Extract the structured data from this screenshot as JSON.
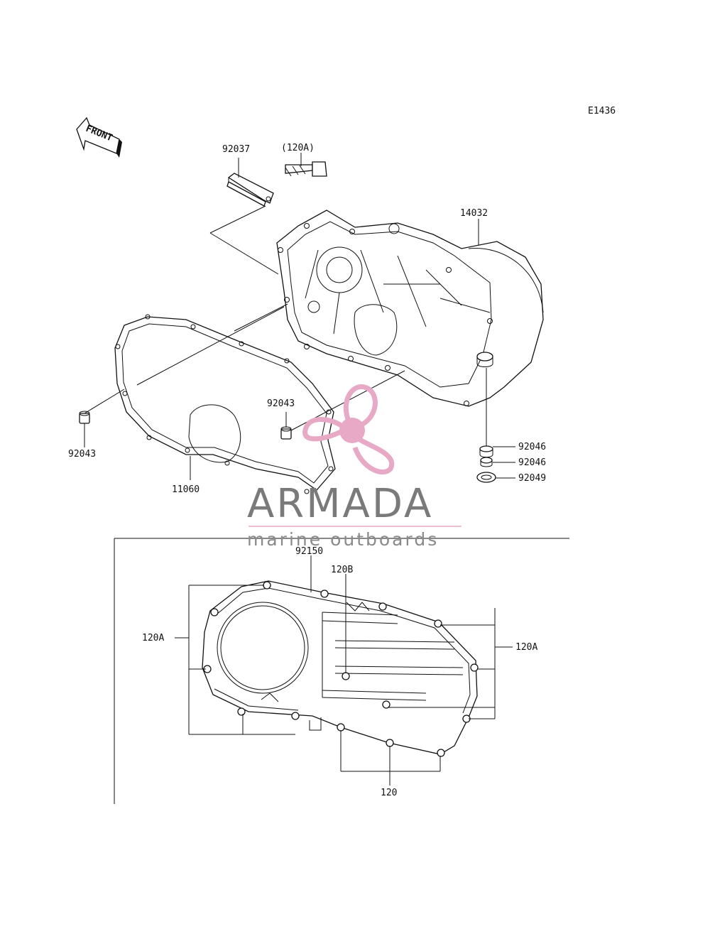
{
  "diagram": {
    "code": "E1436",
    "front_label": "FRONT",
    "labels": {
      "p92037": "92037",
      "p120A_paren": "(120A)",
      "p14032": "14032",
      "p92043_mid": "92043",
      "p92043_left": "92043",
      "p11060": "11060",
      "p92046_a": "92046",
      "p92046_b": "92046",
      "p92049": "92049",
      "p92150": "92150",
      "p120B": "120B",
      "p120A_left": "120A",
      "p120A_right": "120A",
      "p120": "120"
    }
  },
  "watermark": {
    "brand": "ARMADA",
    "tagline": "marine outboards",
    "colors": {
      "logo_pink": "#e7a9c6",
      "text_gray": "#7a7a7a"
    }
  }
}
